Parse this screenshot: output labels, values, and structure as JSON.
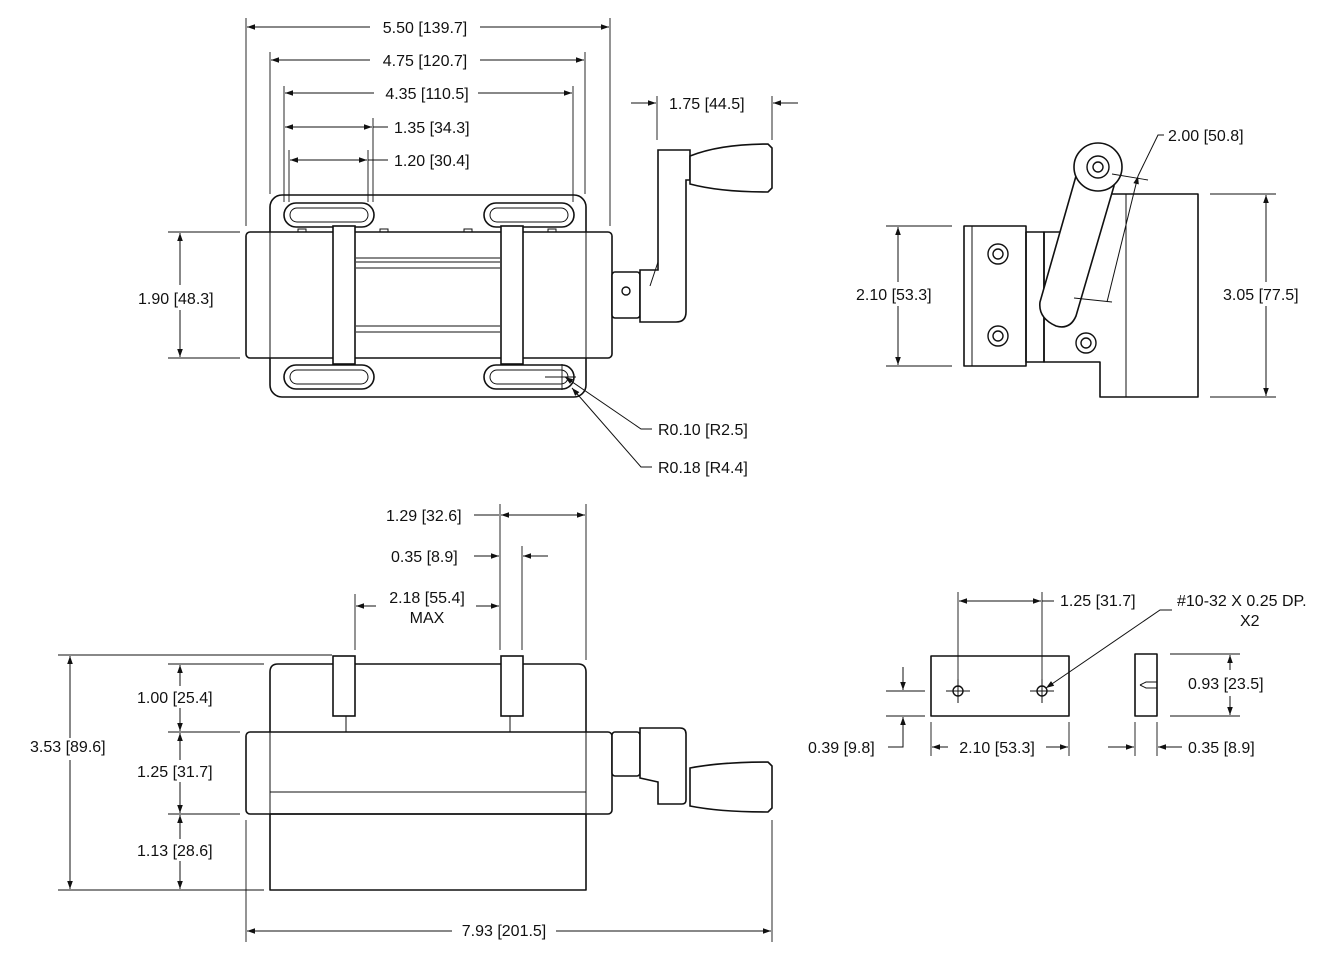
{
  "top_view": {
    "dim_overall_width": "5.50 [139.7]",
    "dim_plate_width": "4.75 [120.7]",
    "dim_slot_span": "4.35 [110.5]",
    "dim_slot_length_outer": "1.35 [34.3]",
    "dim_slot_length_inner": "1.20 [30.4]",
    "dim_handle_offset": "1.75 [44.5]",
    "dim_body_depth": "1.90 [48.3]",
    "dim_slot_radius_inner": "R0.10 [R2.5]",
    "dim_slot_radius_outer": "R0.18 [R4.4]"
  },
  "side_view": {
    "dim_handle_radius": "2.00 [50.8]",
    "dim_jaw_height": "2.10 [53.3]",
    "dim_overall_height": "3.05 [77.5]"
  },
  "front_view": {
    "dim_jaw_thickness_span": "1.29 [32.6]",
    "dim_jaw_thickness": "0.35 [8.9]",
    "dim_max_opening": "2.18 [55.4]",
    "dim_max_opening_note": "MAX",
    "dim_overall_height": "3.53 [89.6]",
    "dim_jaw_height": "1.00 [25.4]",
    "dim_body_height": "1.25 [31.7]",
    "dim_base_height": "1.13 [28.6]",
    "dim_overall_length": "7.93 [201.5]"
  },
  "jaw_detail": {
    "dim_hole_spacing": "1.25 [31.7]",
    "note_thread": "#10-32 X 0.25 DP.",
    "note_qty": "X2",
    "dim_height": "0.93 [23.5]",
    "dim_hole_height": "0.39 [9.8]",
    "dim_length": "2.10 [53.3]",
    "dim_thickness": "0.35 [8.9]"
  }
}
